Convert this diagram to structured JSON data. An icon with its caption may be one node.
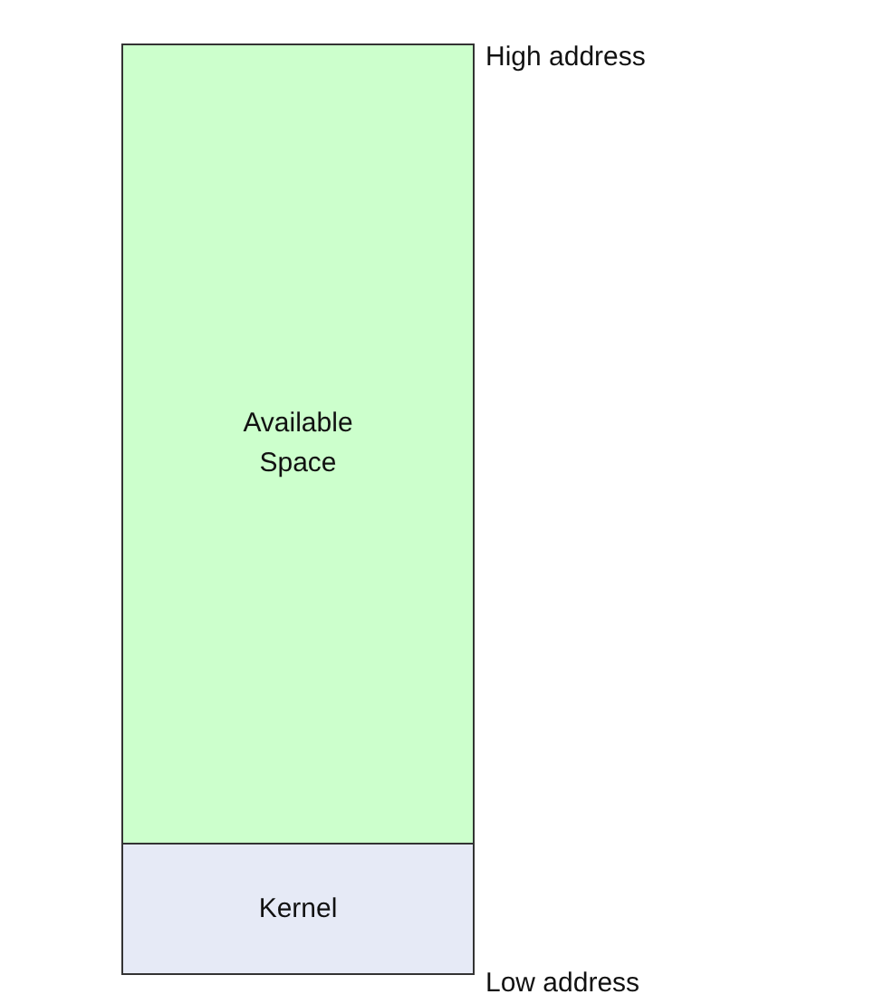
{
  "diagram": {
    "nodes": [
      {
        "text": [
          "Available Space"
        ]
      },
      {
        "text": [
          "Kernel"
        ]
      }
    ],
    "labels": [
      "High address",
      "Low address"
    ]
  }
}
